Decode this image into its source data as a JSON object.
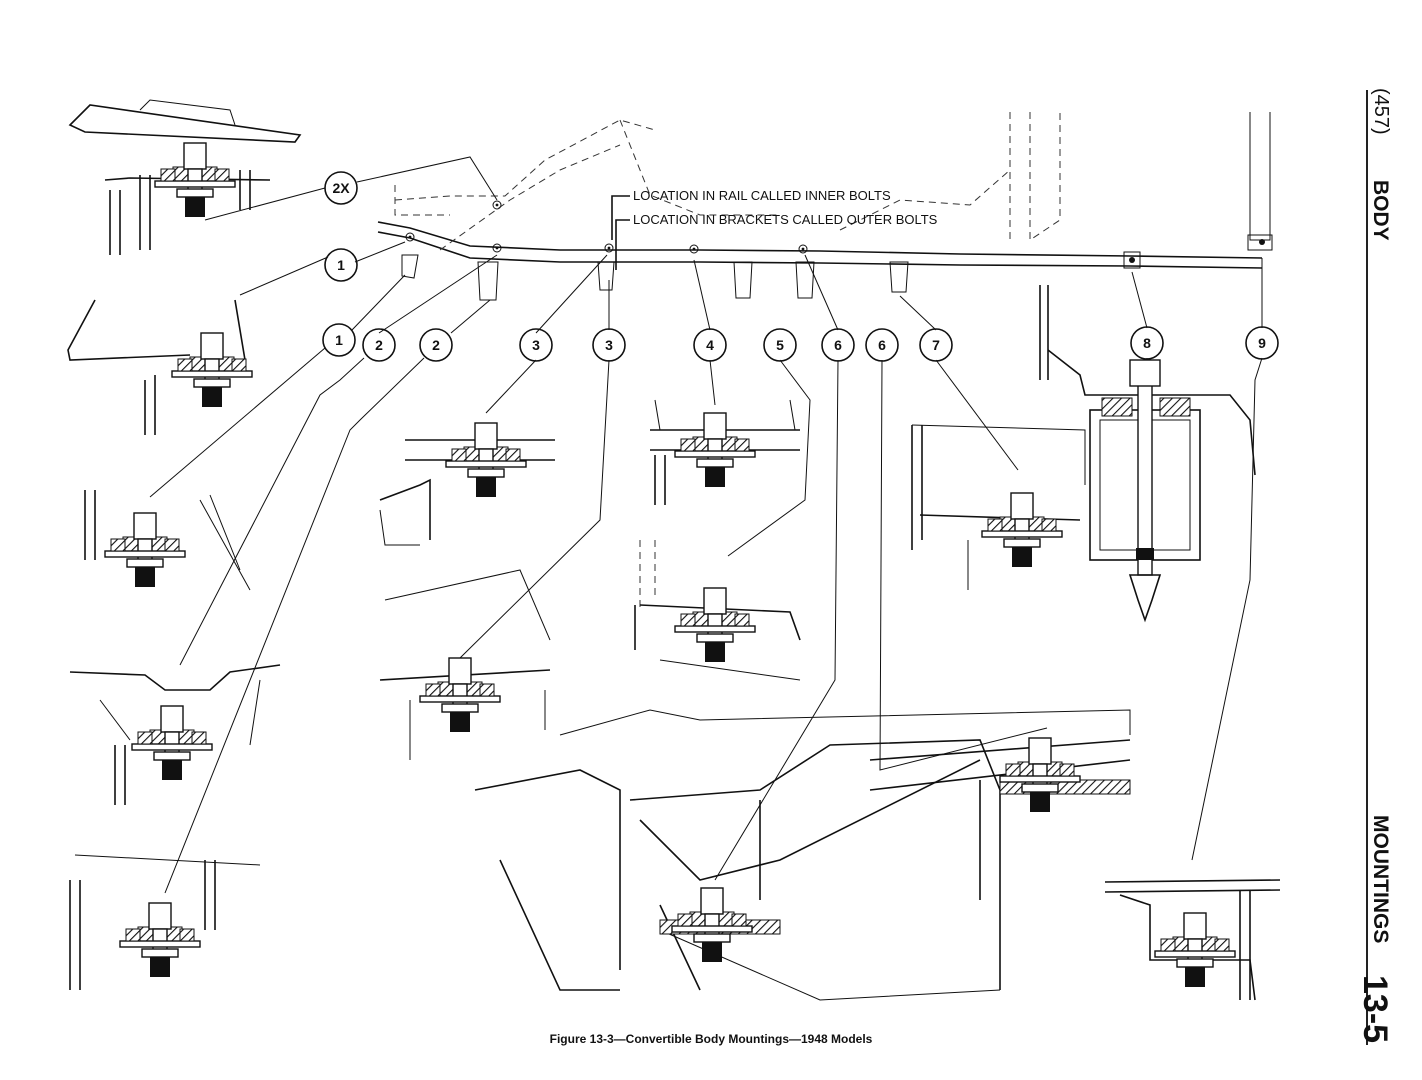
{
  "page": {
    "page_number": "(457)",
    "section_title": "BODY",
    "subsection_title": "MOUNTINGS",
    "page_code": "13-5",
    "caption": "Figure 13-3—Convertible Body Mountings—1948 Models"
  },
  "callouts": {
    "inner_bolts": "LOCATION IN RAIL CALLED INNER BOLTS",
    "outer_bolts": "LOCATION IN BRACKETS CALLED OUTER BOLTS"
  },
  "markers": [
    "2X",
    "1",
    "1",
    "2",
    "2",
    "3",
    "3",
    "4",
    "5",
    "6",
    "6",
    "7",
    "8",
    "9"
  ]
}
